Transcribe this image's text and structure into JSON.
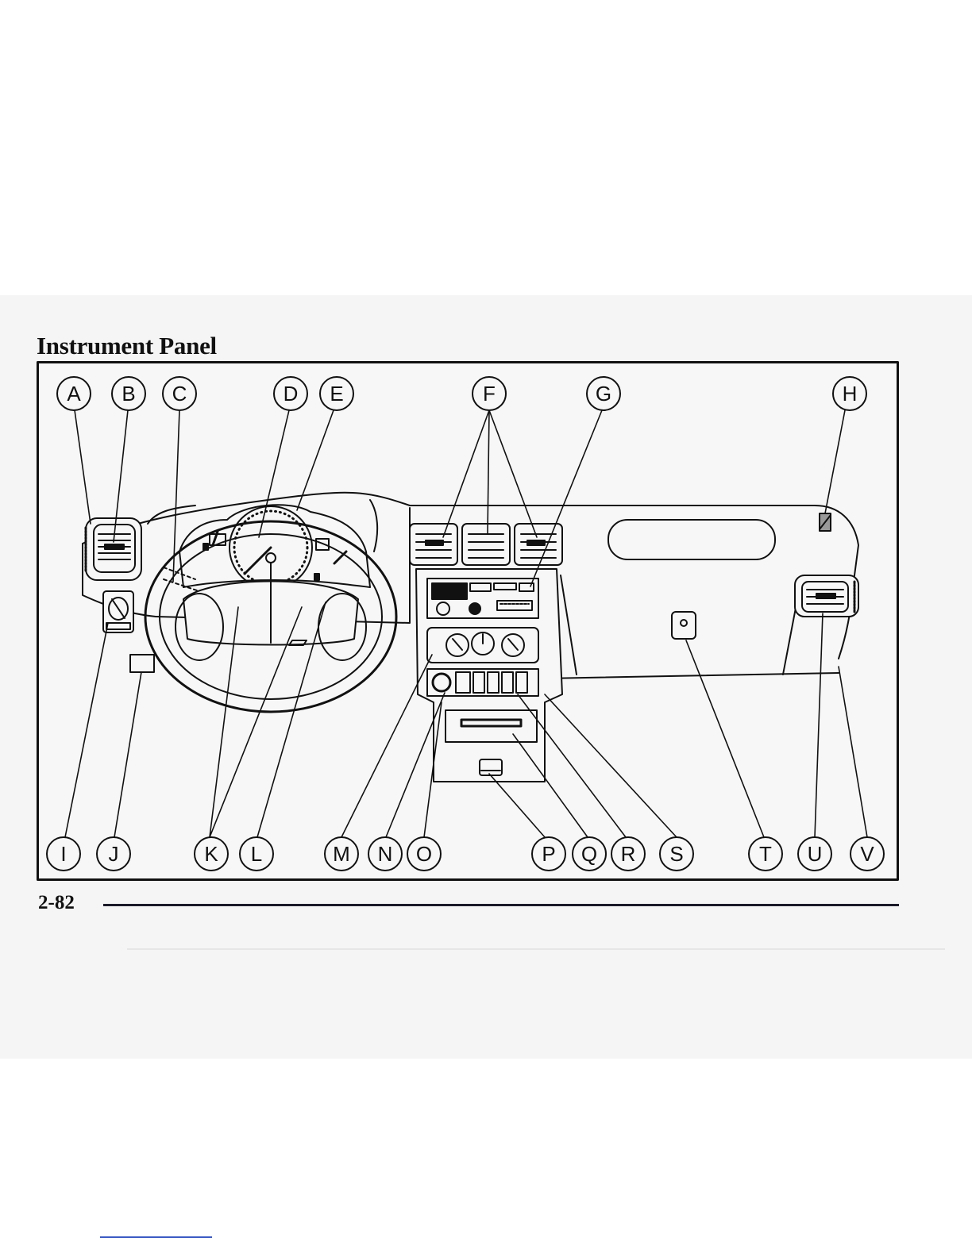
{
  "page": {
    "title": "Instrument Panel",
    "page_number": "2-82"
  },
  "figure": {
    "callouts": [
      {
        "id": "callout-a",
        "letter": "A"
      },
      {
        "id": "callout-b",
        "letter": "B"
      },
      {
        "id": "callout-c",
        "letter": "C"
      },
      {
        "id": "callout-d",
        "letter": "D"
      },
      {
        "id": "callout-e",
        "letter": "E"
      },
      {
        "id": "callout-f",
        "letter": "F"
      },
      {
        "id": "callout-g",
        "letter": "G"
      },
      {
        "id": "callout-h",
        "letter": "H"
      },
      {
        "id": "callout-i",
        "letter": "I"
      },
      {
        "id": "callout-j",
        "letter": "J"
      },
      {
        "id": "callout-k",
        "letter": "K"
      },
      {
        "id": "callout-l",
        "letter": "L"
      },
      {
        "id": "callout-m",
        "letter": "M"
      },
      {
        "id": "callout-n",
        "letter": "N"
      },
      {
        "id": "callout-o",
        "letter": "O"
      },
      {
        "id": "callout-p",
        "letter": "P"
      },
      {
        "id": "callout-q",
        "letter": "Q"
      },
      {
        "id": "callout-r",
        "letter": "R"
      },
      {
        "id": "callout-s",
        "letter": "S"
      },
      {
        "id": "callout-t",
        "letter": "T"
      },
      {
        "id": "callout-u",
        "letter": "U"
      },
      {
        "id": "callout-v",
        "letter": "V"
      }
    ]
  },
  "colors": {
    "page_band": "#f5f5f5",
    "ink": "#111111",
    "footer_rule": "#1a1a2a",
    "link_line": "#3c5cc4"
  }
}
